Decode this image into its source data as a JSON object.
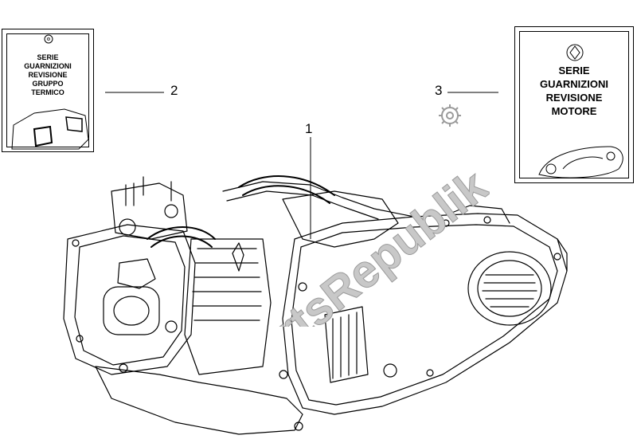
{
  "cards": {
    "left": {
      "lines": [
        "SERIE",
        "GUARNIZIONI",
        "REVISIONE",
        "GRUPPO",
        "TERMICO"
      ]
    },
    "right": {
      "lines": [
        "SERIE",
        "GUARNIZIONI",
        "REVISIONE",
        "MOTORE"
      ]
    }
  },
  "callouts": {
    "engine": "1",
    "left_kit": "2",
    "right_kit": "3"
  },
  "watermark": {
    "text": "PartsRepublik",
    "color": "#c8c8c8"
  },
  "icons": {
    "brand_logo": "piaggio-logo-icon",
    "gear": "gear-icon"
  }
}
